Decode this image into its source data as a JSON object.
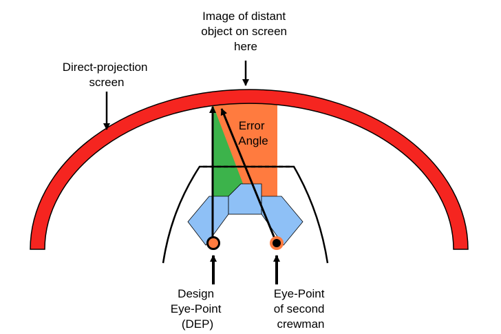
{
  "labels": {
    "image_line1": "Image of distant",
    "image_line2": "object on screen",
    "image_line3": "here",
    "screen_line1": "Direct-projection",
    "screen_line2": "screen",
    "error_line1": "Error",
    "error_line2": "Angle",
    "dep_line1": "Design",
    "dep_line2": "Eye-Point",
    "dep_line3": "(DEP)",
    "second_line1": "Eye-Point",
    "second_line2": "of second",
    "second_line3": "crewman"
  },
  "colors": {
    "screen_arc": "#f52520",
    "error_region": "#ff7b3f",
    "dep_triangle": "#3cb34b",
    "cockpit_panels": "#8ec0f6",
    "eye_point_outer": "#ff7b3f",
    "line": "#000000"
  }
}
